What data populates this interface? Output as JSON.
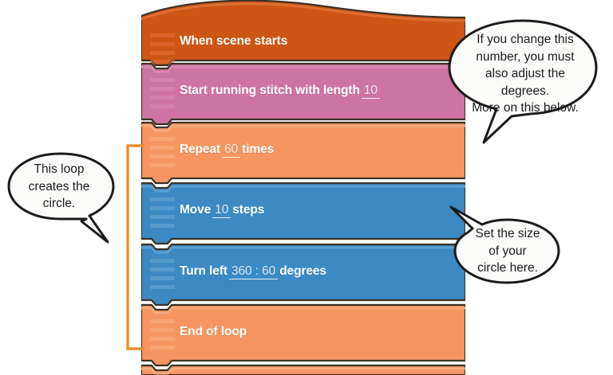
{
  "program": {
    "blocks": [
      {
        "id": "when-scene-starts",
        "type": "hat",
        "label": "When scene starts",
        "color": "#CE5615",
        "grip": "#E0733A"
      },
      {
        "id": "start-running-stitch",
        "type": "stack",
        "label_pre": "Start running stitch with length",
        "value": "10",
        "label_post": "",
        "color": "#CE74A2",
        "grip": "#D98BB3"
      },
      {
        "id": "repeat-times",
        "type": "stack",
        "label_pre": "Repeat",
        "value": "60",
        "label_post": "times",
        "color": "#F59660",
        "grip": "#F7A87A"
      },
      {
        "id": "move-steps",
        "type": "stack",
        "label_pre": "Move",
        "value": "10",
        "label_post": "steps",
        "color": "#3B8AC4",
        "grip": "#5A9DCE"
      },
      {
        "id": "turn-left-degrees",
        "type": "stack",
        "label_pre": "Turn left",
        "value": "360 : 60",
        "label_post": "degrees",
        "color": "#3B8AC4",
        "grip": "#5A9DCE"
      },
      {
        "id": "end-of-loop",
        "type": "stack",
        "label": "End of loop",
        "color": "#F59660",
        "grip": "#F7A87A"
      },
      {
        "id": "next-block",
        "type": "stack",
        "label": "",
        "color": "#F59660",
        "grip": "#F7A87A"
      }
    ]
  },
  "annotations": {
    "loop_bracket": {
      "name": "loop-bracket",
      "color": "#E8902E"
    },
    "callouts": [
      {
        "id": "callout-degrees",
        "lines": [
          "If you change this",
          "number, you must",
          "also adjust the",
          "degrees.",
          "More on this below."
        ],
        "points_to": "start-running-stitch-value"
      },
      {
        "id": "callout-loop",
        "lines": [
          "This loop",
          "creates the",
          "circle."
        ],
        "points_to": "loop-bracket"
      },
      {
        "id": "callout-size",
        "lines": [
          "Set the size",
          "of your",
          "circle here."
        ],
        "points_to": "move-steps-value"
      }
    ]
  },
  "colors": {
    "hat_orange": "#CE5615",
    "pink": "#CE74A2",
    "loop_orange": "#F59660",
    "blue": "#3B8AC4",
    "outline": "#3C3226",
    "bracket": "#E8902E",
    "bubble_fill": "#FBFBFA",
    "bubble_stroke": "#1B1B1B"
  }
}
